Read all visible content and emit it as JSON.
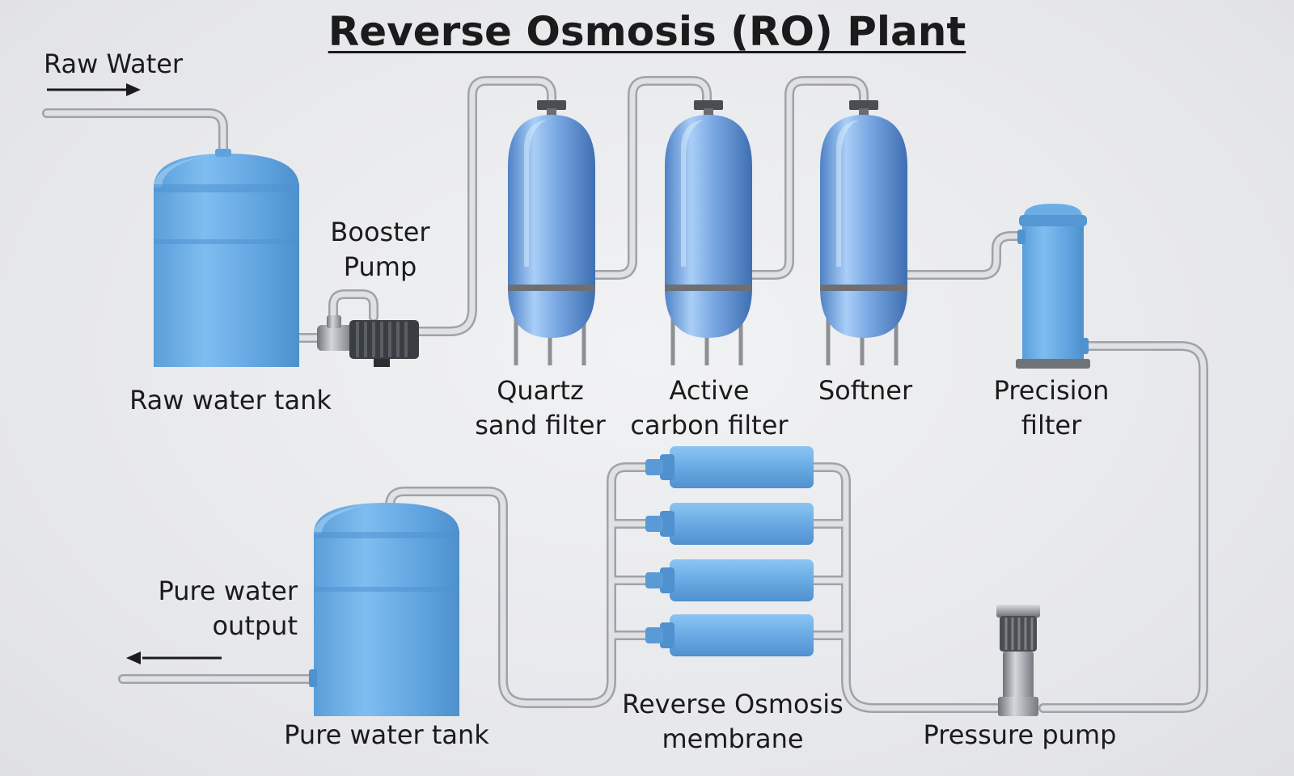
{
  "title": "Reverse Osmosis (RO) Plant",
  "labels": {
    "raw_water": "Raw Water",
    "booster_pump": [
      "Booster",
      "Pump"
    ],
    "raw_water_tank": "Raw water tank",
    "quartz_sand_filter": [
      "Quartz",
      "sand filter"
    ],
    "active_carbon_filter": [
      "Active",
      "carbon filter"
    ],
    "softner": "Softner",
    "precision_filter": [
      "Precision",
      "filter"
    ],
    "pure_water_output": [
      "Pure water",
      "output"
    ],
    "pure_water_tank": "Pure water tank",
    "reverse_osmosis_membrane": [
      "Reverse Osmosis",
      "membrane"
    ],
    "pressure_pump": "Pressure pump"
  },
  "colors": {
    "tank_blue": "#6aaee5",
    "vessel_blue": "#7aa9e0",
    "pipe": "#c9cbcf",
    "steel": "#8f9398",
    "text": "#1b1b1b"
  }
}
